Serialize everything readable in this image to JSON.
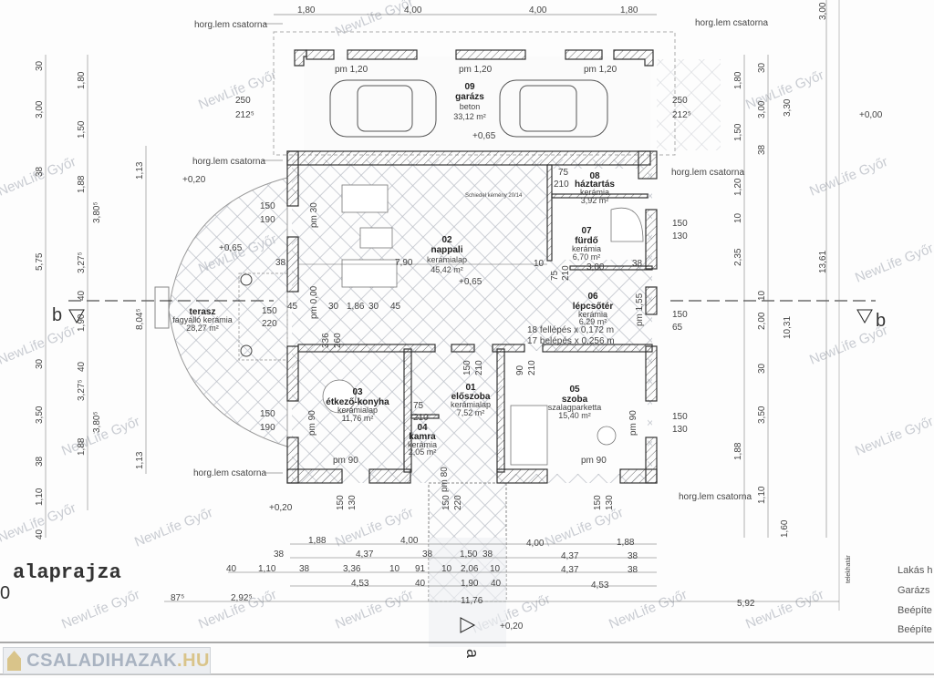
{
  "title": "alaprajza",
  "title_suffix": "0",
  "watermark": "NewLife Győr",
  "logo": {
    "name": "CSALADIHAZAK",
    "tld": ".HU"
  },
  "legend": [
    "Lakás h",
    "Garázs",
    "Beépíte",
    "Beépíte"
  ],
  "section_marks": {
    "left": "b",
    "right": "b",
    "bottom": "a"
  },
  "gutter_label": "horg.lem csatorna",
  "property_line": "telekhatár",
  "rooms": [
    {
      "num": "01",
      "name": "előszoba",
      "floor": "kerámialap",
      "area": "7,52 m²"
    },
    {
      "num": "02",
      "name": "nappali",
      "floor": "kerámialap",
      "area": "45,42 m²"
    },
    {
      "num": "03",
      "name": "étkező-konyha",
      "floor": "kerámialap",
      "area": "11,76 m²"
    },
    {
      "num": "04",
      "name": "kamra",
      "floor": "kerámia",
      "area": "2,05 m²"
    },
    {
      "num": "05",
      "name": "szoba",
      "floor": "szalagparketta",
      "area": "15,40 m²"
    },
    {
      "num": "06",
      "name": "lépcsőtér",
      "floor": "kerámia",
      "area": "6,29 m²"
    },
    {
      "num": "07",
      "name": "fürdő",
      "floor": "kerámia",
      "area": "6,70 m²"
    },
    {
      "num": "08",
      "name": "háztartás",
      "floor": "kerámia",
      "area": "3,92 m²"
    },
    {
      "num": "09",
      "name": "garázs",
      "floor": "beton",
      "area": "33,12 m²"
    },
    {
      "num": "",
      "name": "terasz",
      "floor": "fagyálló kerámia",
      "area": "28,27 m²"
    }
  ],
  "stairs": [
    "18 fellépés x 0,172 m",
    "17 belépés x 0,256 m"
  ],
  "chimney": "Schiedel kémény 20/14",
  "levels": [
    "+0,65",
    "+0,65",
    "+0,65",
    "+0,20",
    "+0,20",
    "+0,20",
    "+0,00"
  ],
  "sill_labels": [
    "pm 1,20",
    "pm 1,20",
    "pm 1,20",
    "pm 30",
    "pm 0,00",
    "pm 90",
    "pm 90",
    "pm 90",
    "pm 90",
    "pm 1,55",
    "pm 80"
  ],
  "dims_top": [
    "1,80",
    "4,00",
    "4,00",
    "1,80"
  ],
  "dims_bottom": [
    [
      "1,88",
      "4,00",
      "4,00",
      "1,88"
    ],
    [
      "38",
      "4,37",
      "38",
      "1,50",
      "38",
      "4,37",
      "38"
    ],
    [
      "40",
      "1,10",
      "38",
      "3,36",
      "10",
      "91",
      "10",
      "2,06",
      "10",
      "4,37",
      "38"
    ],
    [
      "4,53",
      "40",
      "1,90",
      "40",
      "4,53"
    ],
    [
      "87⁵",
      "2,92⁵",
      "11,76",
      "5,92"
    ]
  ],
  "dims_left": [
    "30",
    "3,00",
    "38",
    "5,75",
    "30",
    "3,50",
    "38",
    "1,10",
    "40"
  ],
  "dims_left2": [
    "1,80",
    "1,50",
    "1,88",
    "3,27⁵",
    "40",
    "1,90",
    "40",
    "3,27⁵",
    "1,88"
  ],
  "dims_left3": [
    "3,80⁵",
    "3,80⁵",
    "1,13",
    "8,04⁵",
    "1,13"
  ],
  "dims_right": [
    "1,80",
    "1,50",
    "1,20",
    "10",
    "2,35",
    "10",
    "2,00",
    "30",
    "3,50",
    "1,88",
    "1,10",
    "1,60"
  ],
  "dims_right2": [
    "30",
    "3,00",
    "38",
    "10,31",
    "13,61",
    "3,30",
    "3,00"
  ],
  "openings": [
    "250",
    "212⁵",
    "250",
    "212⁵",
    "150",
    "190",
    "150",
    "220",
    "150",
    "190",
    "150",
    "130",
    "150",
    "130",
    "150",
    "65",
    "150",
    "130",
    "150",
    "220",
    "150",
    "130",
    "336",
    "260",
    "75",
    "210",
    "75",
    "210",
    "150",
    "210",
    "90",
    "210",
    "75",
    "210"
  ],
  "interior_dims": [
    "7,90",
    "45",
    "30",
    "1,86",
    "30",
    "45",
    "10",
    "3,00",
    "38",
    "38"
  ]
}
